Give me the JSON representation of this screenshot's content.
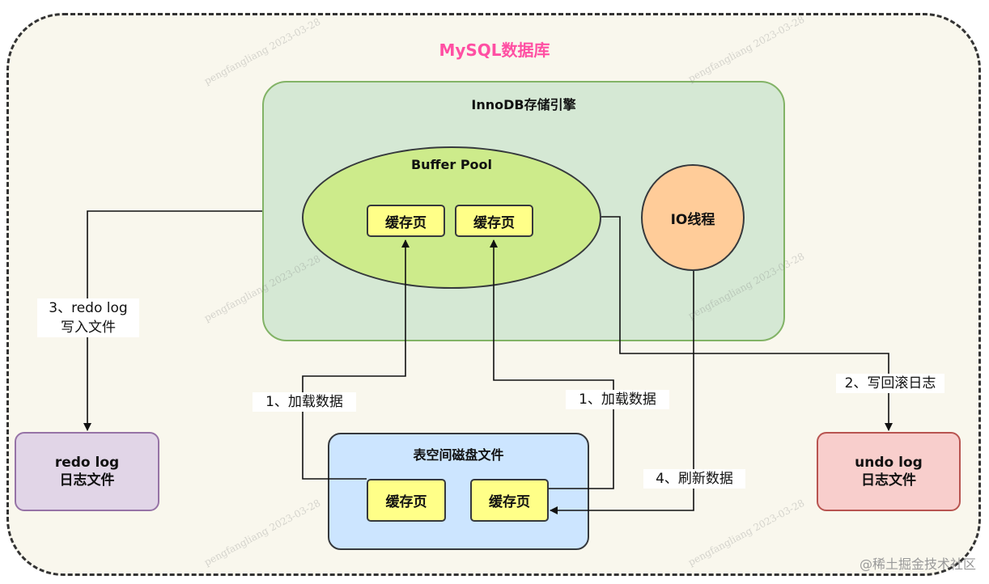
{
  "diagram": {
    "title": "MySQL数据库",
    "innodb_title": "InnoDB存储引擎",
    "buffer_pool_title": "Buffer Pool",
    "io_thread": "IO线程",
    "cache_page": "缓存页",
    "tablespace_title": "表空间磁盘文件",
    "redo_log": {
      "line1": "redo log",
      "line2": "日志文件"
    },
    "undo_log": {
      "line1": "undo log",
      "line2": "日志文件"
    },
    "step1_load": "1、加载数据",
    "step2_undo": "2、写回滚日志",
    "step3_redo": {
      "line1": "3、redo log",
      "line2": "写入文件"
    },
    "step4_flush": "4、刷新数据"
  },
  "watermark": {
    "author": "pengfangliang 2023-03-28",
    "site": "@稀土掘金技术社区"
  },
  "colors": {
    "title_pink": "#ff4fa3",
    "innodb_green": "#d5e8d4",
    "buffer_pool_lime": "#cdeb8b",
    "io_orange": "#ffcc99",
    "page_yellow": "#ffff88",
    "tablespace_blue": "#cce5ff",
    "redo_purple": "#e1d5e7",
    "undo_red": "#f8cecc"
  }
}
